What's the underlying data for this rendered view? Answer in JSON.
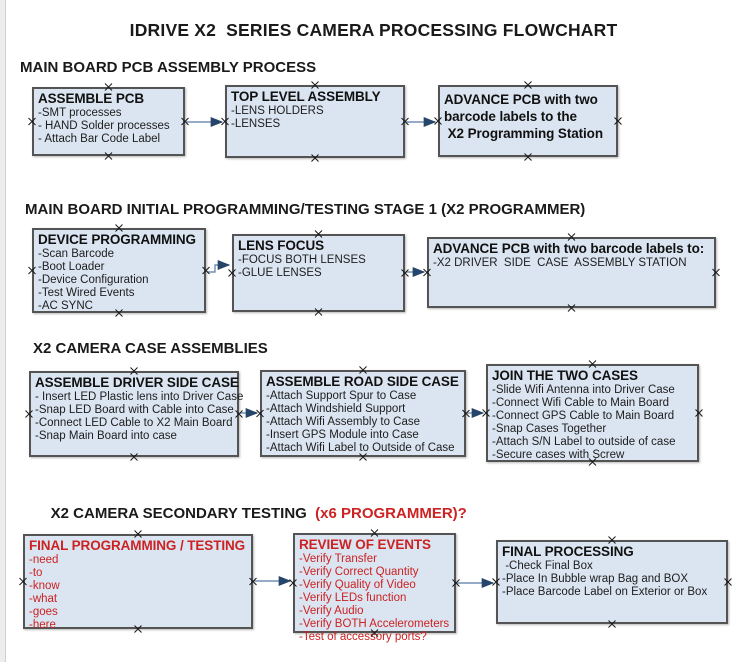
{
  "title": "IDRIVE X2  SERIES CAMERA PROCESSING FLOWCHART",
  "colors": {
    "box_fill": "#dbe5f1",
    "box_border": "#545454",
    "red_text": "#cc2222",
    "arrow_line": "#7090b5",
    "arrow_head": "#26456b",
    "text": "#1a1a1a"
  },
  "sections": {
    "pcb_assembly": "MAIN BOARD PCB ASSEMBLY PROCESS",
    "initial_programming": "MAIN BOARD INITIAL PROGRAMMING/TESTING STAGE 1 (X2 PROGRAMMER)",
    "case_assemblies": "X2 CAMERA CASE ASSEMBLIES",
    "secondary_testing": {
      "black": "X2 CAMERA SECONDARY TESTING ",
      "red": " (x6 PROGRAMMER)?"
    }
  },
  "boxes": {
    "assemble_pcb": {
      "title": "ASSEMBLE PCB",
      "lines": [
        "-SMT processes",
        "- HAND Solder processes",
        "- Attach Bar Code Label"
      ]
    },
    "top_level_assembly": {
      "title": "TOP LEVEL ASSEMBLY",
      "lines": [
        "-LENS HOLDERS",
        "-LENSES"
      ]
    },
    "advance_to_programming_station": {
      "title_lines": [
        "ADVANCE PCB with two",
        "barcode labels to the",
        " X2 Programming Station"
      ]
    },
    "device_programming": {
      "title": "DEVICE PROGRAMMING",
      "lines": [
        "-Scan Barcode",
        "-Boot Loader",
        "-Device Configuration",
        "-Test Wired Events",
        "-AC SYNC"
      ]
    },
    "lens_focus": {
      "title": "LENS FOCUS",
      "lines": [
        "-FOCUS BOTH LENSES",
        "-GLUE LENSES"
      ]
    },
    "advance_to_case_assembly": {
      "title": "ADVANCE PCB with two barcode labels to:",
      "lines": [
        "-X2 DRIVER  SIDE  CASE  ASSEMBLY STATION"
      ]
    },
    "assemble_driver_side_case": {
      "title": "ASSEMBLE DRIVER SIDE CASE",
      "lines": [
        "- Insert LED Plastic lens into Driver Case",
        "-Snap LED Board with Cable into Case",
        "-Connect LED Cable to X2 Main Board",
        "-Snap Main Board into case"
      ]
    },
    "assemble_road_side_case": {
      "title": "ASSEMBLE ROAD SIDE CASE",
      "lines": [
        "-Attach Support Spur to Case",
        "-Attach Windshield Support",
        "-Attach Wifi Assembly to Case",
        "-Insert GPS Module into Case",
        "-Attach Wifi Label to Outside of Case"
      ]
    },
    "join_the_two_cases": {
      "title": "JOIN THE TWO CASES",
      "lines": [
        "-Slide Wifi Antenna into Driver Case",
        "-Connect Wifi Cable to Main Board",
        "-Connect GPS Cable to Main Board",
        "-Snap Cases Together",
        "-Attach S/N Label to outside of case",
        "-Secure cases with Screw"
      ]
    },
    "final_programming_testing": {
      "title": "FINAL PROGRAMMING / TESTING",
      "lines": [
        "-need",
        "-to",
        "-know",
        "-what",
        "-goes",
        "-here"
      ]
    },
    "review_of_events": {
      "title": "REVIEW OF EVENTS",
      "lines": [
        "-Verify Transfer",
        "-Verify Correct Quantity",
        "-Verify Quality of Video",
        "-Verify LEDs function",
        "-Verify Audio",
        "-Verify BOTH Accelerometers",
        "-Test of accessory ports?"
      ]
    },
    "final_processing": {
      "title": "FINAL PROCESSING",
      "lines": [
        " -Check Final Box",
        "-Place In Bubble wrap Bag and BOX",
        "-Place Barcode Label on Exterior or Box"
      ]
    }
  }
}
